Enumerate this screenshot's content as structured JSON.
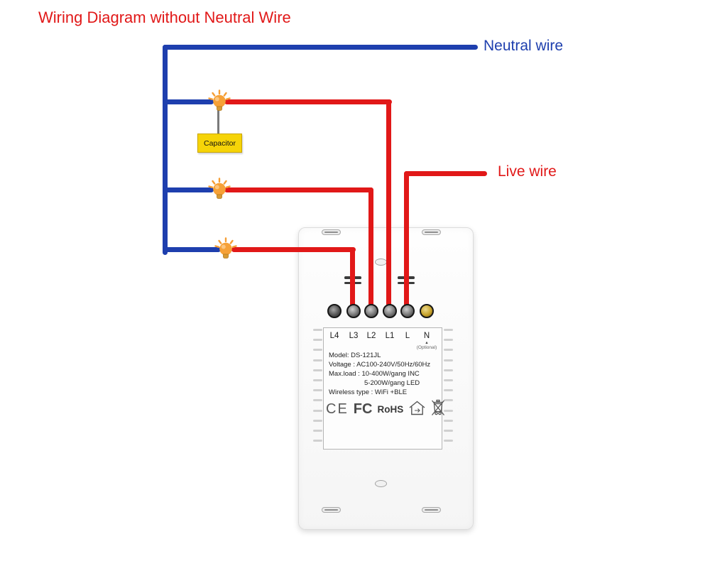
{
  "title": "Wiring Diagram without Neutral Wire",
  "labels": {
    "neutral_wire": "Neutral wire",
    "live_wire": "Live wire",
    "capacitor": "Capacitor"
  },
  "switch": {
    "terminals": [
      "L4",
      "L3",
      "L2",
      "L1",
      "L",
      "N"
    ],
    "optional_marker": "▲",
    "optional_note": "(Optional)",
    "specs": [
      "Model: DS-121JL",
      "Voltage : AC100-240V/50Hz/60Hz",
      "Max.load : 10-400W/gang INC",
      "5-200W/gang LED",
      "Wireless type : WiFi +BLE"
    ],
    "certifications": [
      "CE",
      "FC",
      "RoHS"
    ]
  },
  "colors": {
    "wire_red": "#e11818",
    "wire_blue": "#1e3fae",
    "capacitor_yellow": "#f6d408",
    "bulb_orange": "#f59e35",
    "title_red": "#e11818"
  }
}
